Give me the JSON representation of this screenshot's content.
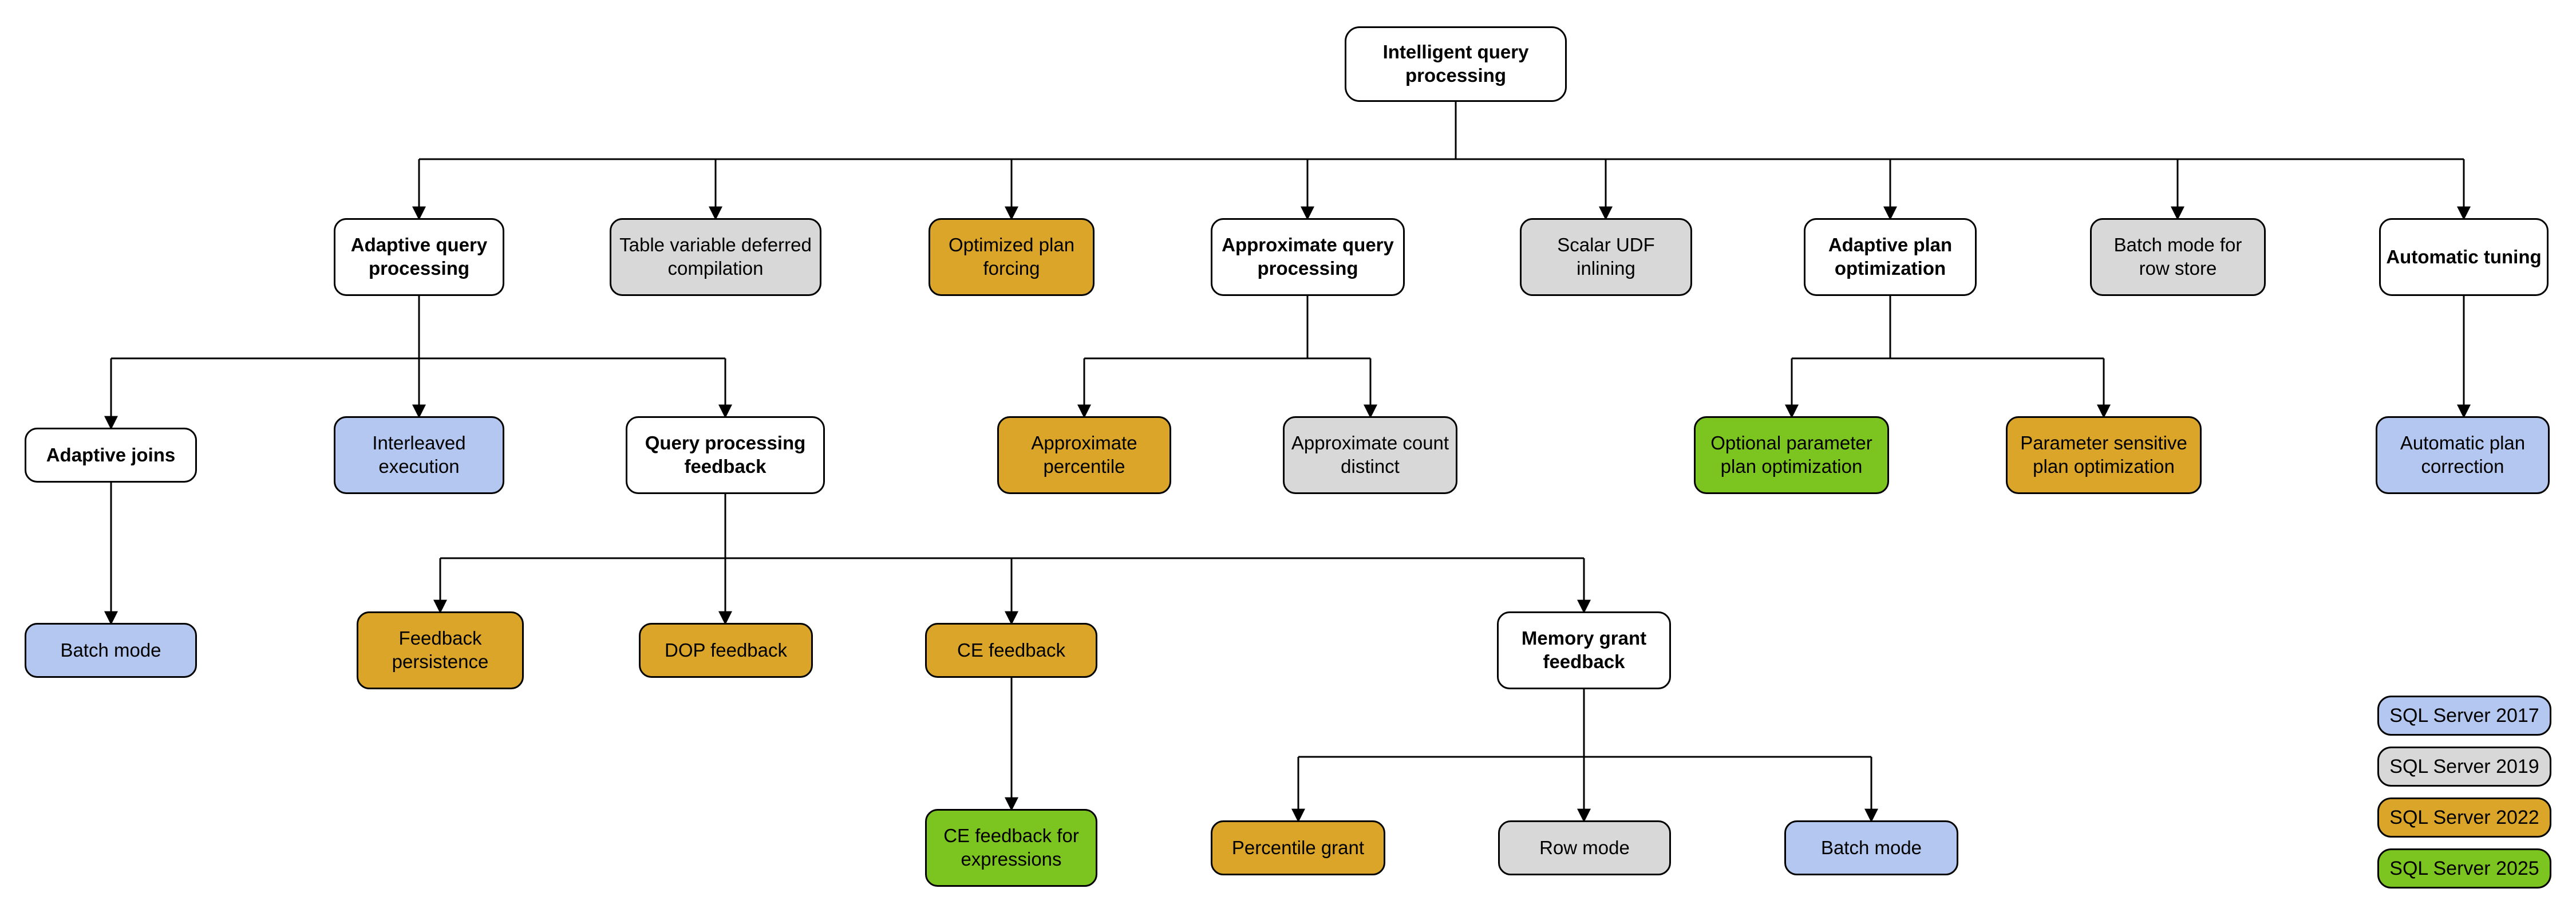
{
  "nodes": {
    "root": "Intelligent query processing",
    "adaptive_query_processing": "Adaptive query processing",
    "table_variable_deferred_compilation": "Table variable deferred compilation",
    "optimized_plan_forcing": "Optimized plan forcing",
    "approximate_query_processing": "Approximate query processing",
    "scalar_udf_inlining": "Scalar UDF inlining",
    "adaptive_plan_optimization": "Adaptive plan optimization",
    "batch_mode_for_row_store": "Batch mode for row store",
    "automatic_tuning": "Automatic tuning",
    "adaptive_joins": "Adaptive joins",
    "interleaved_execution": "Interleaved execution",
    "query_processing_feedback": "Query processing feedback",
    "approximate_percentile": "Approximate percentile",
    "approximate_count_distinct": "Approximate count distinct",
    "optional_parameter_plan_optimization": "Optional parameter plan optimization",
    "parameter_sensitive_plan_optimization": "Parameter sensitive plan optimization",
    "automatic_plan_correction": "Automatic plan correction",
    "batch_mode_adaptive_joins": "Batch mode",
    "feedback_persistence": "Feedback persistence",
    "dop_feedback": "DOP feedback",
    "ce_feedback": "CE feedback",
    "memory_grant_feedback": "Memory grant feedback",
    "ce_feedback_for_expressions": "CE feedback for expressions",
    "percentile_grant": "Percentile grant",
    "row_mode": "Row mode",
    "batch_mode_memory_grant": "Batch mode"
  },
  "legend": {
    "items": [
      {
        "label": "SQL Server 2017",
        "version": "sql2017"
      },
      {
        "label": "SQL Server 2019",
        "version": "sql2019"
      },
      {
        "label": "SQL Server 2022",
        "version": "sql2022"
      },
      {
        "label": "SQL Server 2025",
        "version": "sql2025"
      }
    ]
  },
  "colors": {
    "category": "#FFFFFF",
    "sql2017": "#B4C7F0",
    "sql2019": "#D8D8D8",
    "sql2022": "#DBA52A",
    "sql2025": "#7CC41F",
    "line": "#000000",
    "text": "#000000"
  }
}
